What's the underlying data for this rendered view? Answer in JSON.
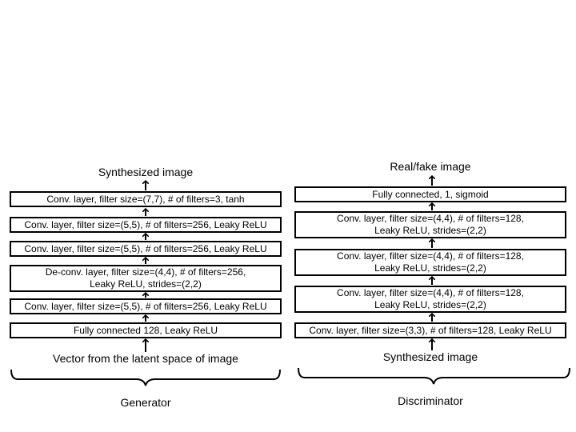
{
  "generator": {
    "title": "Generator",
    "output_label": "Synthesized image",
    "input_label": "Vector from the latent space of image",
    "layers": [
      {
        "lines": [
          "Conv. layer, filter size=(7,7), # of filters=3, tanh"
        ]
      },
      {
        "lines": [
          "Conv. layer, filter size=(5,5), # of filters=256, Leaky ReLU"
        ]
      },
      {
        "lines": [
          "Conv. layer, filter size=(5,5), # of filters=256, Leaky ReLU"
        ]
      },
      {
        "lines": [
          "De-conv. layer, filter size=(4,4), # of filters=256,",
          "Leaky ReLU, strides=(2,2)"
        ]
      },
      {
        "lines": [
          "Conv. layer, filter size=(5,5), # of filters=256, Leaky ReLU"
        ]
      },
      {
        "lines": [
          "Fully connected 128, Leaky ReLU"
        ]
      }
    ]
  },
  "discriminator": {
    "title": "Discriminator",
    "output_label": "Real/fake image",
    "input_label": "Synthesized image",
    "layers": [
      {
        "lines": [
          "Fully connected, 1, sigmoid"
        ]
      },
      {
        "lines": [
          "Conv. layer, filter size=(4,4), # of filters=128,",
          "Leaky ReLU, strides=(2,2)"
        ]
      },
      {
        "lines": [
          "Conv. layer, filter size=(4,4), # of filters=128,",
          "Leaky ReLU, strides=(2,2)"
        ]
      },
      {
        "lines": [
          "Conv. layer, filter size=(4,4), # of filters=128,",
          "Leaky ReLU, strides=(2,2)"
        ]
      },
      {
        "lines": [
          "Conv. layer, filter size=(3,3), # of filters=128, Leaky ReLU"
        ]
      }
    ]
  }
}
